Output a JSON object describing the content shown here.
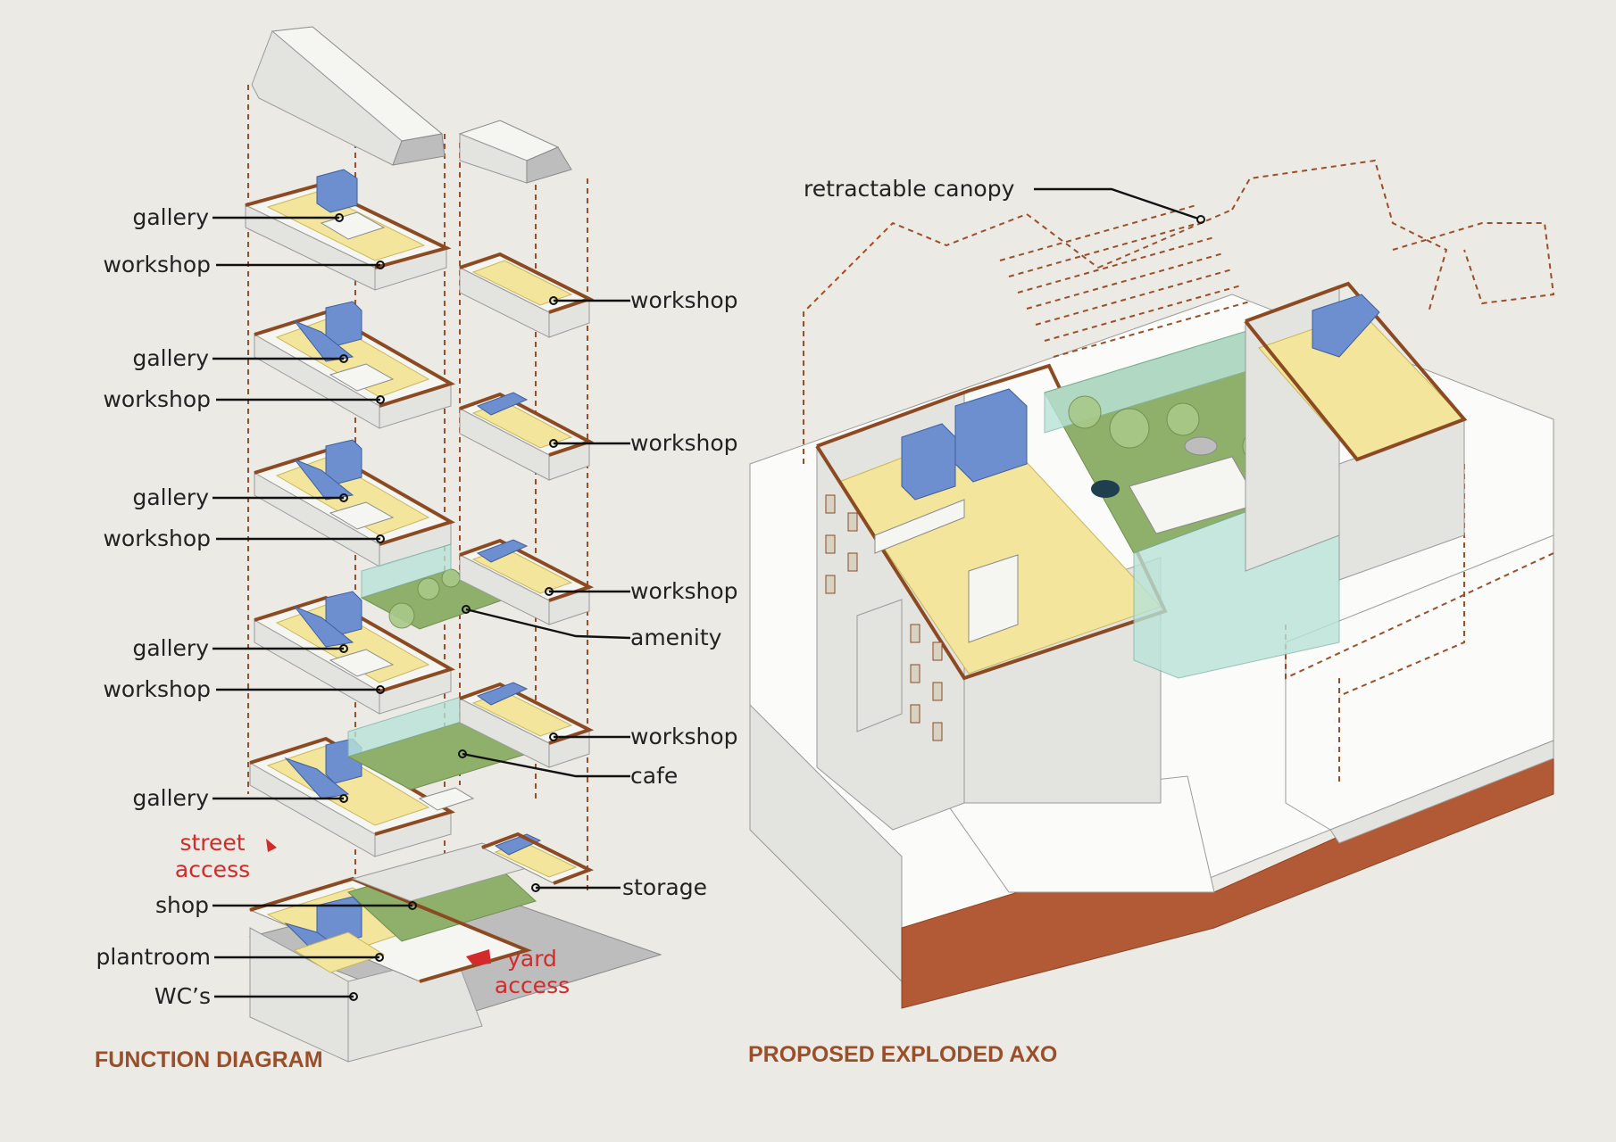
{
  "titles": {
    "function_diagram": "FUNCTION DIAGRAM",
    "exploded_axo": "PROPOSED EXPLODED AXO"
  },
  "left_labels": {
    "gallery_1": "gallery",
    "workshop_1": "workshop",
    "gallery_2": "gallery",
    "workshop_2": "workshop",
    "gallery_3": "gallery",
    "workshop_3": "workshop",
    "gallery_4": "gallery",
    "workshop_4": "workshop",
    "gallery_5": "gallery",
    "shop": "shop",
    "plantroom": "plantroom",
    "wcs": "WC’s"
  },
  "right_labels": {
    "workshop_1": "workshop",
    "workshop_2": "workshop",
    "workshop_3": "workshop",
    "amenity": "amenity",
    "workshop_4": "workshop",
    "cafe": "cafe",
    "storage": "storage"
  },
  "access_labels": {
    "street_1": "street",
    "street_2": "access",
    "yard_1": "yard",
    "yard_2": "access"
  },
  "axo_labels": {
    "canopy": "retractable  canopy"
  },
  "colors": {
    "background": "#eceae4",
    "accent_brown": "#9a4f2a",
    "access_red": "#d32a2a",
    "yellow_fill": "#f3e59c",
    "green_fill": "#8fb06a",
    "blue_fill": "#6d8fd0",
    "soil": "#b25a35"
  }
}
